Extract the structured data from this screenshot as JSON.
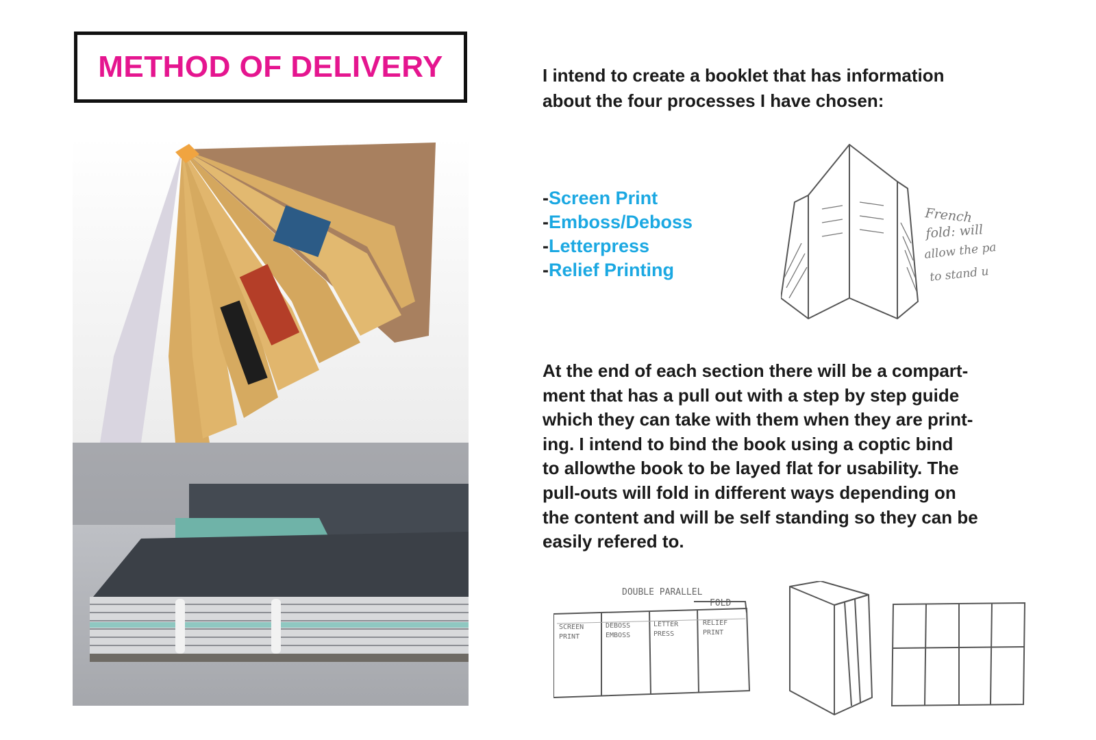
{
  "title": "METHOD OF DELIVERY",
  "intro_lines": [
    "I intend to create a booklet that has information",
    "about the four processes I have chosen:"
  ],
  "processes": [
    {
      "dash": "-",
      "name": "Screen Print"
    },
    {
      "dash": "-",
      "name": "Emboss/Deboss"
    },
    {
      "dash": "-",
      "name": "Letterpress"
    },
    {
      "dash": "-",
      "name": "Relief Printing"
    }
  ],
  "french_fold_note": [
    "French",
    "fold: will",
    "allow the pa",
    "to stand u"
  ],
  "body_lines": [
    "At the end of each section there will be a compart-",
    "ment that has a pull out with a step by step guide",
    "which they can take with them when they are print-",
    "ing. I intend to bind the book using a coptic bind",
    "to allowthe book to be layed flat for usability. The",
    "pull-outs will fold in different ways depending on",
    "the content and will be self standing so they can be",
    "easily refered to."
  ],
  "double_parallel_label": [
    "DOUBLE PARALLEL",
    "FOLD"
  ],
  "panel_labels": [
    [
      "SCREEN",
      "PRINT"
    ],
    [
      "DEBOSS",
      "EMBOSS"
    ],
    [
      "LETTER",
      "PRESS"
    ],
    [
      "RELIEF",
      "PRINT"
    ]
  ],
  "colors": {
    "title": "#e5158f",
    "process": "#1ba8e2",
    "text": "#1a1a1a"
  }
}
